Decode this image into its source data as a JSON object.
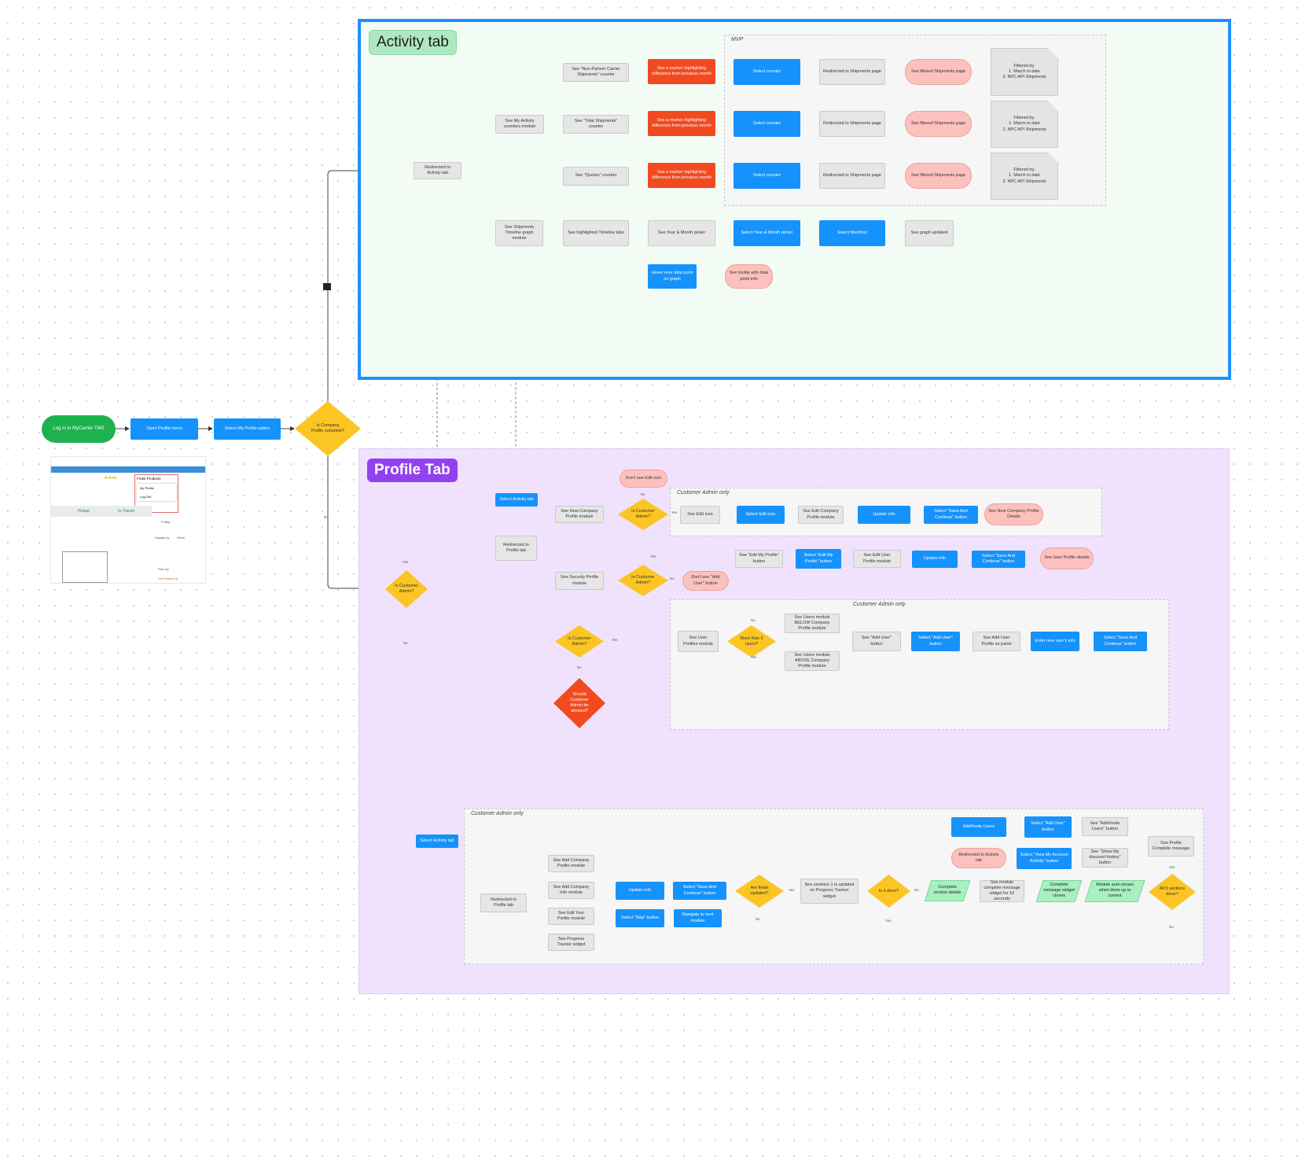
{
  "start_flow": {
    "login": "Log in to MyCarrier TMS",
    "open_profile_menu": "Open Profile menu",
    "select_my_profile": "Select My Profile option",
    "is_company_profile_complete": "Is Company Profile complete?",
    "yes": "Yes",
    "no": "No"
  },
  "thumbnail": {
    "activity_label": "Activity",
    "profile_selector": "Frank Products",
    "menu_items": [
      "My Profile",
      "Log Out"
    ],
    "column_left": "Pickup",
    "column_mid": "In-Transit",
    "trip_label": "Friday",
    "display_by": "Display by",
    "display_value": "Week",
    "legend": [
      "Pick Up",
      "Not Picked Up"
    ]
  },
  "activity_tab": {
    "title": "Activity tab",
    "redirected": "Redirected to Activity tab",
    "counters_module": "See My Activity counters module",
    "counter_non_partner": "See \"Non-Partner Carrier Shipments\" counter",
    "counter_total": "See \"Total Shipments\" counter",
    "counter_quotes": "See \"Quotes\" counter",
    "marker_text": "See a marker highlighting difference from previous month",
    "section_label": "MVP",
    "select_counter": "Select counter",
    "redirected_shipments": "Redirected to Shipments page",
    "see_filtered": "See filtered Shipments page",
    "filter_1": "Filtered by:\n1. March to date\n3. NPC API Shipments",
    "filter_2": "Filtered by:\n1. March to date\n2. NPC API Shipments",
    "filter_3": "Filtered by:\n1. March to date\n3. NPC API Shipments",
    "timeline_module": "See Shipments Timeline graph module",
    "highlighted_timeline": "See highlighted Timeline tabs",
    "year_month_picker": "See Year & Month picker",
    "select_year_month": "Select Year & Month picker",
    "select_months": "Select Month(s)",
    "graph_updated": "See graph updated",
    "hover_data_point": "Hover over data point on graph",
    "tooltip": "See tooltip with data point info",
    "yes": "Yes"
  },
  "profile_tab": {
    "title": "Profile Tab",
    "is_customer_admin_top": "Is Customer Admin?",
    "redirected_profile": "Redirected to Profile tab",
    "select_activity_tab_top": "Select Activity tab",
    "company_profile_module": "See How Company Profile module",
    "is_customer_admin_1": "Is Customer Admin?",
    "dont_see_edit": "Don't see Edit icon",
    "customer_admin_only": "Customer Admin only",
    "see_edit_icon": "See Edit icon",
    "select_edit_icon": "Select Edit icon",
    "see_edit_company": "See Edit Company Profile module",
    "update_info": "Update info",
    "select_save_continue": "Select \"Save And Continue\" button",
    "see_new_company": "See New Company Profile Details",
    "security_profile_module": "See Security Profile module",
    "is_customer_admin_2": "Is Customer Admin?",
    "dont_see_add_user": "Don't see \"Add User\" button",
    "see_edit_profile": "See \"Edit My Profile\" button",
    "select_edit_profile": "Select \"Edit My Profile\" button",
    "see_edit_user": "See Edit User Profile module",
    "update_info_2": "Update info",
    "select_save_continue_2": "Select \"Save And Continue\" button",
    "see_user_profile": "See User Profile details",
    "is_customer_admin_3": "Is Customer Admin?",
    "should_customer": "Should Customer Admin be allowed?",
    "user_profiles_module": "See User Profiles module",
    "more_than_5": "More than 5 users?",
    "see_below": "See Users module BELOW Company Profile module",
    "see_above": "See Users module ABOVE Company Profile module",
    "see_add_user": "See \"Add User\" button",
    "select_add_user": "Select \"Add User\" button",
    "see_add_user_panel": "See Add User Profile as panel",
    "enter_user_info": "Enter new user's info",
    "select_save_continue_3": "Select \"Save And Continue\" button",
    "yes": "Yes",
    "no": "No",
    "bottom": {
      "section_label": "Customer Admin only",
      "select_activity_tab": "Select Activity tab",
      "redirected_profile_tab": "Redirected to Profile tab",
      "see_add_company": "See Add Company Profile module",
      "see_add_company_info": "See Add Company Info module",
      "see_edit_profile_module": "See Edit Your Profile module",
      "see_progress": "See Progress Tracker widget",
      "update_info": "Update info",
      "select_save_continue": "Select \"Save And Continue\" button",
      "select_skip": "Select \"Skip\" button",
      "navigate_next": "Navigate to next module",
      "are_fields_updated": "Are fields updated?",
      "see_sections_updated": "See sections 1 is updated on Progress Tracker widget",
      "is_it_done": "Is it done?",
      "complete_section": "Complete section details",
      "see_module_complete": "See module complete message widget for 10 seconds",
      "complete_message": "Complete message widget closes",
      "module_auto_close": "Module auto-closes when done up to current",
      "all_sections_done": "All 5 sections done?",
      "see_profile_complete": "See Profile Complete message",
      "see_add_user_button": "See \"Add/Invite Users\" button",
      "see_show_discount": "See \"Show My discount history\" button",
      "select_add_user": "Select \"Add User\" button",
      "select_view_history": "Select \"View My Account Activity\" button",
      "add_user": "Add/Invite Users",
      "redirected_activity": "Redirected to Activity tab",
      "yes": "Yes",
      "no": "No"
    }
  },
  "colors": {
    "action_blue": "#1592fb",
    "process_gray": "#e6e6e6",
    "decision_yellow": "#fbc524",
    "warning_red": "#f24a20",
    "terminal_pink": "#fdc1bd",
    "start_green": "#1db24f",
    "activity_frame_border": "#1e90ff",
    "profile_title_purple": "#9240f0"
  }
}
